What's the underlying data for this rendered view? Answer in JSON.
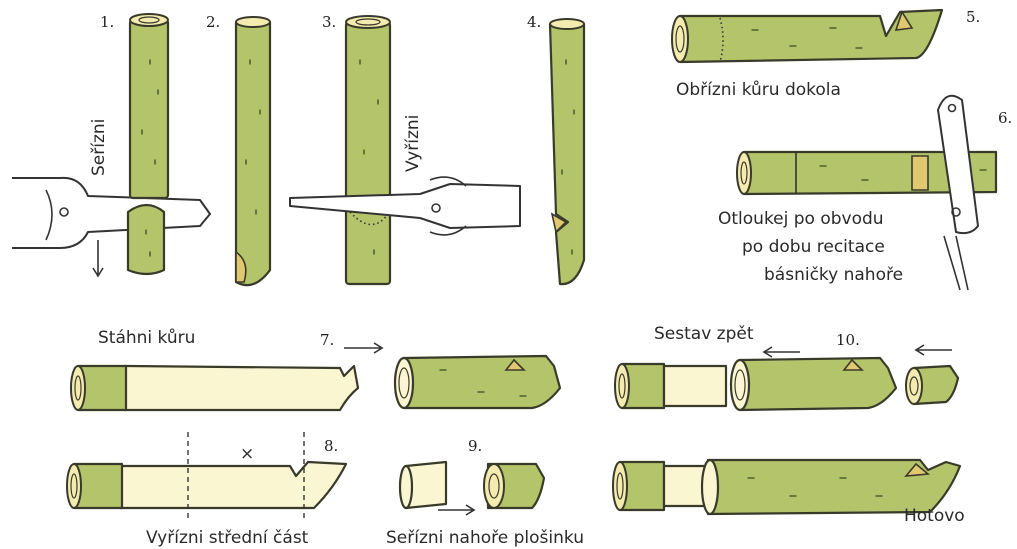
{
  "steps": {
    "s1": {
      "number": "1.",
      "label": "Seřízni"
    },
    "s2": {
      "number": "2."
    },
    "s3": {
      "number": "3.",
      "label": "Vyřízni"
    },
    "s4": {
      "number": "4."
    },
    "s5": {
      "number": "5.",
      "label": "Obřízni kůru dokola"
    },
    "s6": {
      "number": "6.",
      "label_lines": [
        "Otloukej po obvodu",
        "po dobu recitace",
        "básničky nahoře"
      ]
    },
    "s7": {
      "number": "7.",
      "label": "Stáhni kůru"
    },
    "s8": {
      "number": "8.",
      "label": "Vyřízni střední část",
      "mark": "×"
    },
    "s9": {
      "number": "9.",
      "label": "Seřízni nahoře plošinku"
    },
    "s10": {
      "number": "10.",
      "label": "Sestav zpět"
    },
    "done": {
      "label": "Hotovo"
    }
  },
  "colors": {
    "bark": "#b3c46a",
    "wood": "#fbf6d2",
    "outline": "#3a3a2a"
  }
}
